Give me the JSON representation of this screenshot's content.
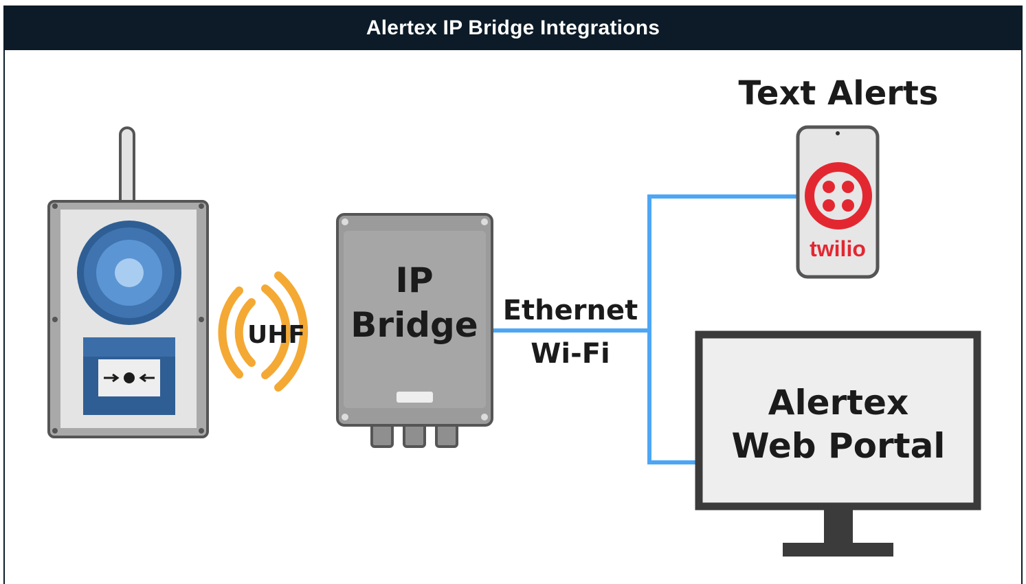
{
  "header": {
    "title": "Alertex IP Bridge Integrations"
  },
  "nodes": {
    "call_point": {
      "icon": "call-point-device-icon"
    },
    "radio": {
      "label": "UHF",
      "icon": "radio-waves-icon"
    },
    "bridge": {
      "line1": "IP",
      "line2": "Bridge"
    },
    "link": {
      "line1": "Ethernet",
      "line2": "Wi-Fi"
    },
    "sms": {
      "title": "Text Alerts",
      "brand": "twilio",
      "icon": "twilio-logo-icon"
    },
    "portal": {
      "line1": "Alertex",
      "line2": "Web Portal"
    }
  },
  "colors": {
    "header_bg": "#0c1b27",
    "connector": "#4da6f5",
    "waves": "#f4a934",
    "twilio_red": "#e32731",
    "device_blue": "#2e5e94"
  }
}
